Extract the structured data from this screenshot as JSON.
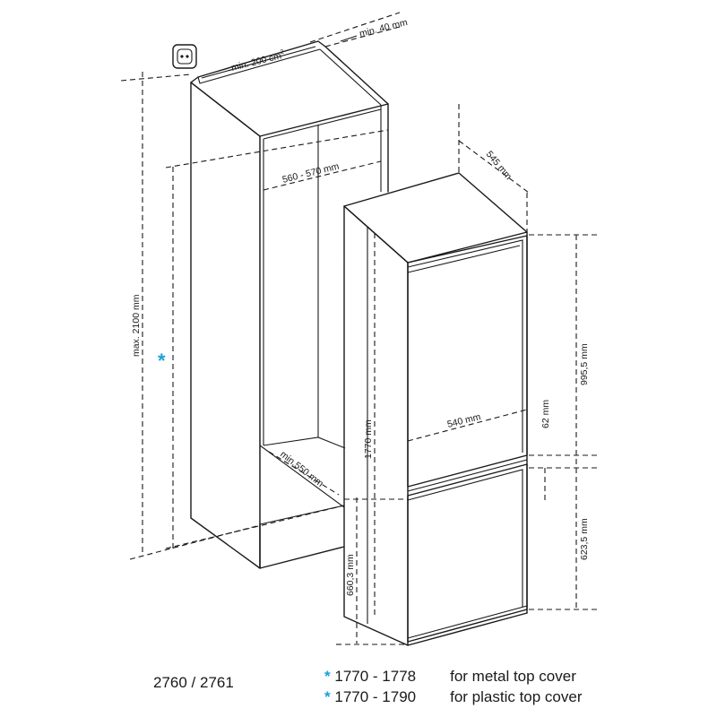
{
  "dimensions": {
    "ventilation_area": "min. 200 cm",
    "ventilation_area_sup": "2",
    "top_gap": "min. 40 mm",
    "depth_appliance": "545 mm",
    "niche_width": "560 - 570 mm",
    "niche_height": "max. 2100 mm",
    "niche_depth": "min.550 mm",
    "appliance_width": "540 mm",
    "appliance_height": "1770 mm",
    "upper_door": "995,5 mm",
    "door_gap": "62 mm",
    "lower_door": "623,5 mm",
    "lower_door_height": "660,3 mm"
  },
  "marks": {
    "asterisk": "*"
  },
  "model_numbers": "2760 / 2761",
  "legend": [
    {
      "marker": "*",
      "range": "1770 - 1778",
      "text": "for metal top cover"
    },
    {
      "marker": "*",
      "range": "1770 - 1790",
      "text": "for plastic top cover"
    }
  ],
  "colors": {
    "line": "#1a1a1a",
    "accent": "#1aa0d8"
  }
}
